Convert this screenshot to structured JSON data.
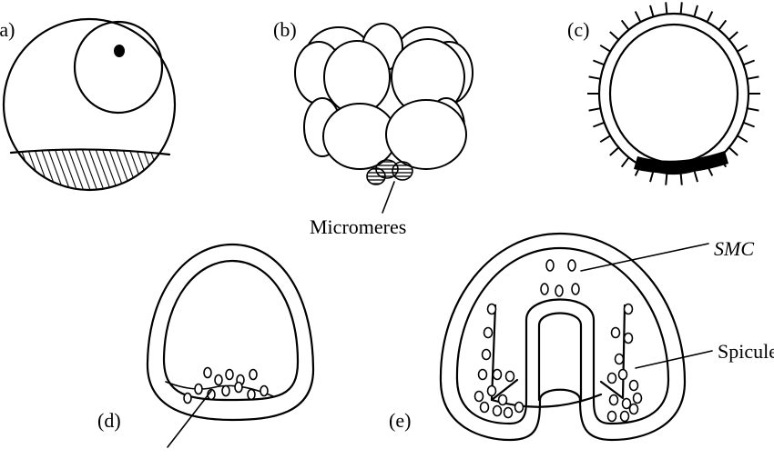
{
  "panels": {
    "a": "(a)",
    "b": "(b)",
    "c": "(c)",
    "d": "(d)",
    "e": "(e)"
  },
  "labels": {
    "micromeres": "Micromeres",
    "smc": "SMC",
    "spicule": "Spicule"
  }
}
